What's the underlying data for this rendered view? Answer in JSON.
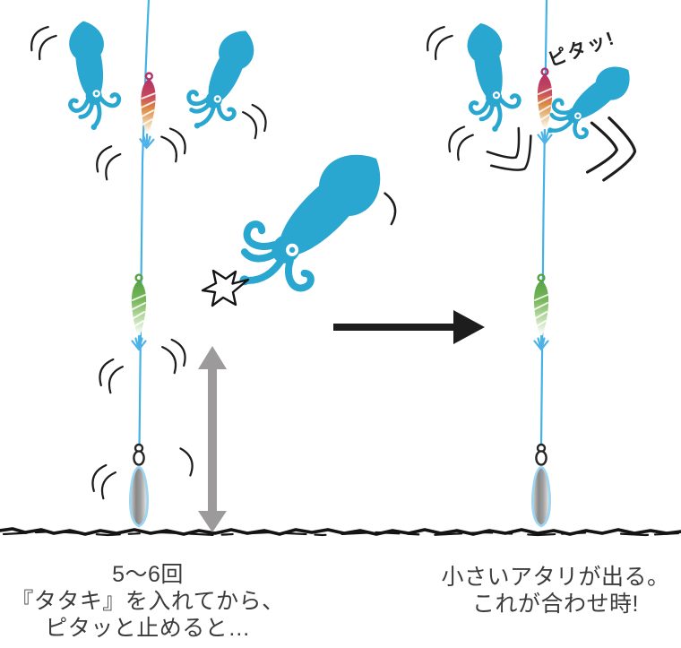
{
  "captions": {
    "left": {
      "line1": "5〜6回",
      "line2": "『タタキ』を入れてから、",
      "line3": "ピタッと止めると…"
    },
    "right": {
      "line1": "小さいアタリが出る。",
      "line2": "これが合わせ時!"
    }
  },
  "labels": {
    "pita_callout": "ピタッ!"
  },
  "icons": [
    "squid-icon",
    "pink-sutte-lure-icon",
    "green-sutte-lure-icon",
    "sinker-icon",
    "swivel-icon",
    "fishing-line",
    "shake-mark-icon",
    "vibration-chevron-icon",
    "jigging-range-arrow-icon",
    "transition-arrow-icon",
    "jet-puff-icon",
    "seabed-line"
  ],
  "colors": {
    "squid": "#29a7d1",
    "line": "#45b1e6",
    "lure_pink_top": "#b23166",
    "lure_orange": "#dd8a45",
    "lure_green": "#55a244",
    "crown_blue": "#4cb2e8",
    "sinker_outline": "#9bd5f2",
    "gray_arrow": "#9c9a9a",
    "ink": "#1d1d1d",
    "caption_text": "#3c3c3c"
  }
}
